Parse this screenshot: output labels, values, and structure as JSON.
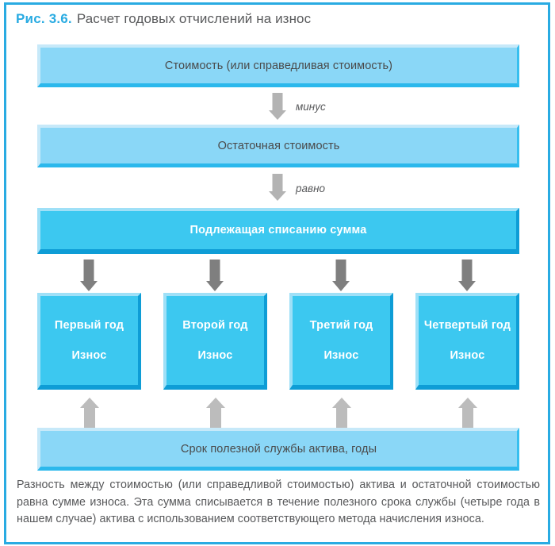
{
  "figure": {
    "number_label": "Рис. 3.6.",
    "title": "Расчет годовых отчислений на износ",
    "accent_color": "#29ABE2",
    "text_color": "#58595B",
    "box_light_color": "#8AD7F7",
    "box_bright_color": "#3CC8F0",
    "arrow_dark_color": "#7F7F7F",
    "arrow_light_color": "#B3B3B3"
  },
  "flow": {
    "boxes": [
      {
        "id": "cost",
        "label": "Стоимость (или справедливая стоимость)",
        "style": "light"
      },
      {
        "id": "residual",
        "label": "Остаточная стоимость",
        "style": "light"
      },
      {
        "id": "depreciable",
        "label": "Подлежащая списанию сумма",
        "style": "bright"
      },
      {
        "id": "useful-life",
        "label": "Срок полезной службы актива, годы",
        "style": "light"
      }
    ],
    "connectors": [
      {
        "id": "minus",
        "label": "минус",
        "direction": "down",
        "tone": "light"
      },
      {
        "id": "equals",
        "label": "равно",
        "direction": "down",
        "tone": "light"
      }
    ],
    "year_boxes": [
      {
        "id": "year-1",
        "title": "Первый год",
        "subtitle": "Износ"
      },
      {
        "id": "year-2",
        "title": "Второй год",
        "subtitle": "Износ"
      },
      {
        "id": "year-3",
        "title": "Третий год",
        "subtitle": "Износ"
      },
      {
        "id": "year-4",
        "title": "Четвертый год",
        "subtitle": "Износ"
      }
    ]
  },
  "caption": {
    "text": "Разность между стоимостью (или справедливой стоимостью) актива и остаточной стоимостью равна сумме износа. Эта сумма списывается в течение полезного срока службы (четыре года в нашем случае) актива с использованием соответствующего метода начисления износа."
  }
}
